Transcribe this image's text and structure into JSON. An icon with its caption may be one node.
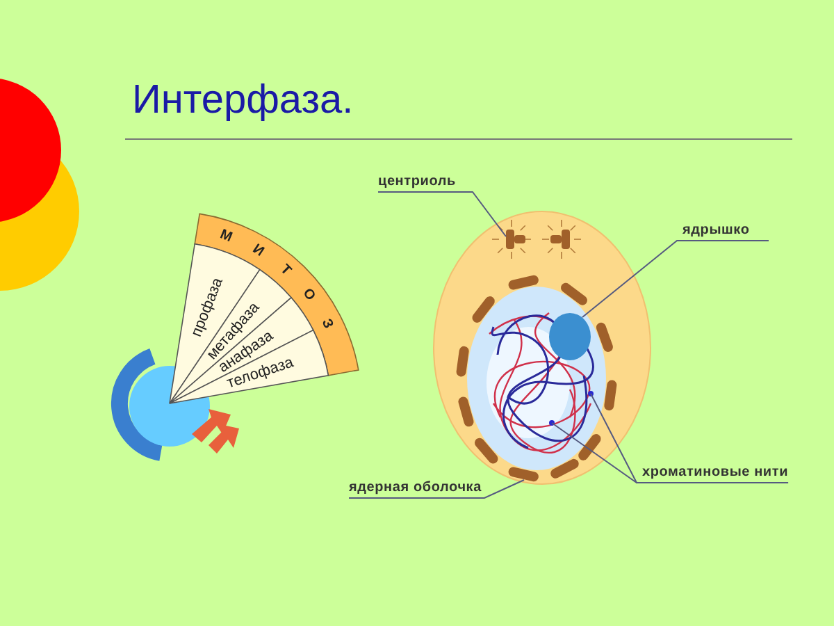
{
  "diagram": {
    "title": "Интерфаза.",
    "nodes": [
      {
        "text": [
          "МИТОЗ"
        ]
      },
      {
        "text": [
          "профаза"
        ]
      },
      {
        "text": [
          "метафаза"
        ]
      },
      {
        "text": [
          "анафаза"
        ]
      },
      {
        "text": [
          "телофаза"
        ]
      },
      {
        "text": [
          "центриоль"
        ]
      },
      {
        "text": [],
        "shape": "picture"
      },
      {
        "text": [
          "ядрышко"
        ]
      },
      {
        "text": [],
        "shape": "circle"
      },
      {
        "text": [
          "хроматиновые нити"
        ]
      },
      {
        "text": [],
        "shape": "circle"
      },
      {
        "text": [],
        "shape": "circle"
      },
      {
        "text": [
          "ядерная оболочка"
        ]
      },
      {
        "text": [],
        "shape": "bar"
      }
    ],
    "edges": [
      {
        "from": 5,
        "to": 6,
        "arrow": "none"
      },
      {
        "from": 7,
        "to": 8,
        "arrow": "none"
      },
      {
        "from": 9,
        "to": 10,
        "arrow": "none"
      },
      {
        "from": 9,
        "to": 11,
        "arrow": "none"
      },
      {
        "from": 12,
        "to": 13,
        "arrow": "none"
      }
    ]
  }
}
